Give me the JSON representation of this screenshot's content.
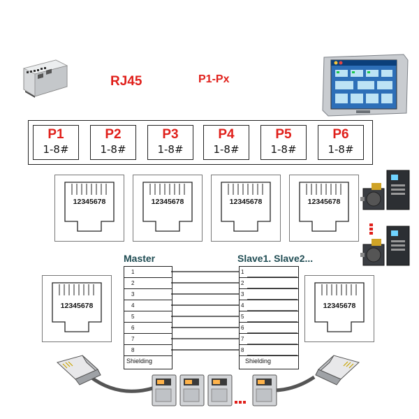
{
  "header": {
    "rj45_label": "RJ45",
    "px_label": "P1-Px"
  },
  "ports": [
    {
      "name": "P1",
      "pins": "1-8#"
    },
    {
      "name": "P2",
      "pins": "1-8#"
    },
    {
      "name": "P3",
      "pins": "1-8#"
    },
    {
      "name": "P4",
      "pins": "1-8#"
    },
    {
      "name": "P5",
      "pins": "1-8#"
    },
    {
      "name": "P6",
      "pins": "1-8#"
    }
  ],
  "jack_numbers": "12345678",
  "wiring": {
    "master_label": "Master",
    "slave_label": "Slave1. Slave2...",
    "master_pins": [
      "1",
      "2",
      "3",
      "4",
      "5",
      "6",
      "7",
      "8",
      "Shielding"
    ],
    "slave_pins": [
      "1",
      "2",
      "3",
      "4",
      "5",
      "6",
      "7",
      "8",
      "Shielding"
    ]
  },
  "colors": {
    "title_red": "#e0201b",
    "net_label": "#1e4b52",
    "watermark": "#d23c78"
  },
  "icons": {
    "plc": "plc-controller-icon",
    "hmi": "hmi-touch-panel-icon",
    "servo": "servo-motor-drive-icon",
    "drive": "inverter-drive-icon",
    "plug": "rj45-plug-icon"
  }
}
